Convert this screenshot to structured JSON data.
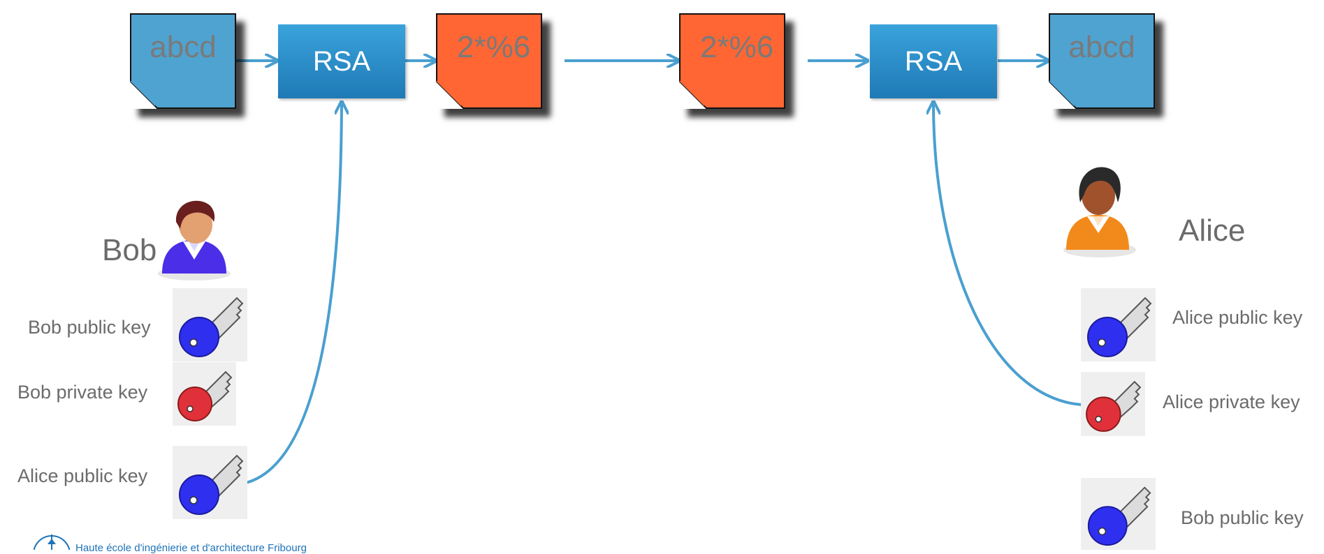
{
  "flow": {
    "plaintext_left": "abcd",
    "rsa_left": "RSA",
    "cipher_left": "2*%6",
    "cipher_right": "2*%6",
    "rsa_right": "RSA",
    "plaintext_right": "abcd"
  },
  "bob": {
    "name": "Bob",
    "keys": [
      {
        "label": "Bob public key",
        "color": "blue"
      },
      {
        "label": "Bob private key",
        "color": "red"
      },
      {
        "label": "Alice public key",
        "color": "blue"
      }
    ]
  },
  "alice": {
    "name": "Alice",
    "keys": [
      {
        "label": "Alice public key",
        "color": "blue"
      },
      {
        "label": "Alice private key",
        "color": "red"
      },
      {
        "label": "Bob public key",
        "color": "blue"
      }
    ]
  },
  "colors": {
    "doc_blue": "#4fa3d1",
    "doc_orange": "#ff6633",
    "rsa_blue": "#2b8fcc",
    "arrow": "#4a9fd0",
    "key_blue": "#2f2ff0",
    "key_red": "#e0313b"
  },
  "footer": {
    "text": "Haute école d'ingénierie et d'architecture Fribourg"
  }
}
